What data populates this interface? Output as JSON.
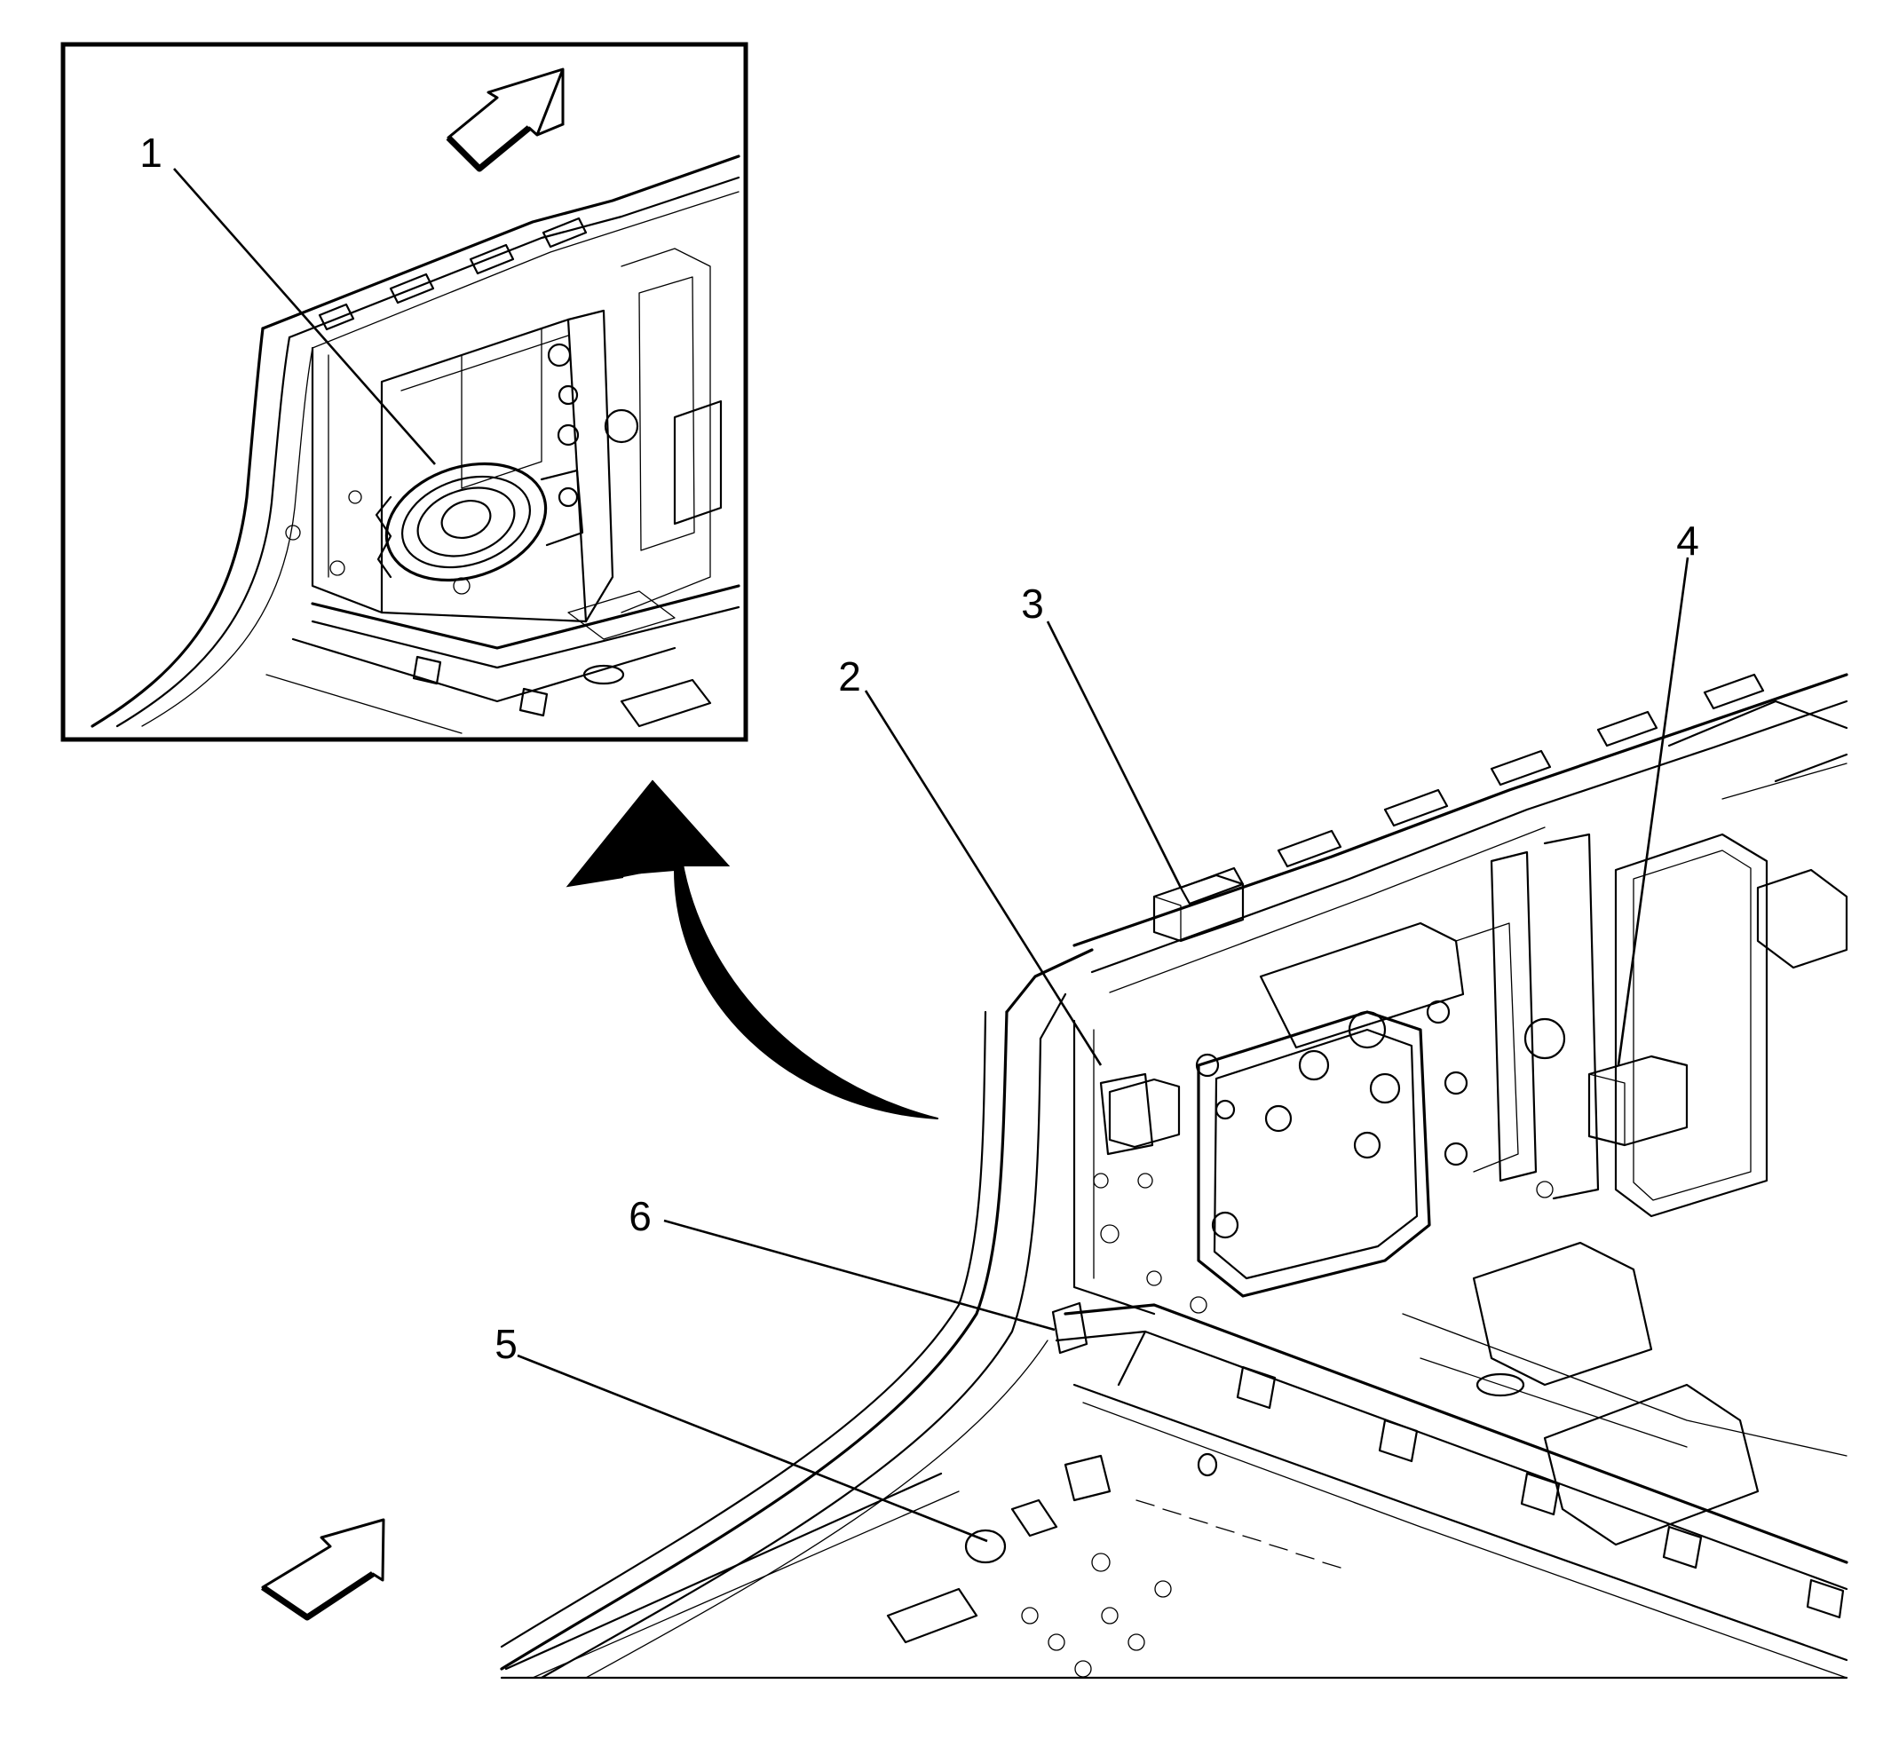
{
  "callouts": {
    "c1": "1",
    "c2": "2",
    "c3": "3",
    "c4": "4",
    "c5": "5",
    "c6": "6"
  },
  "colors": {
    "ink": "#000000",
    "paper": "#ffffff"
  },
  "icons": {
    "inset_direction": "forward-arrow-icon",
    "main_direction": "forward-arrow-icon",
    "detail_pointer": "curved-arrow-icon"
  }
}
